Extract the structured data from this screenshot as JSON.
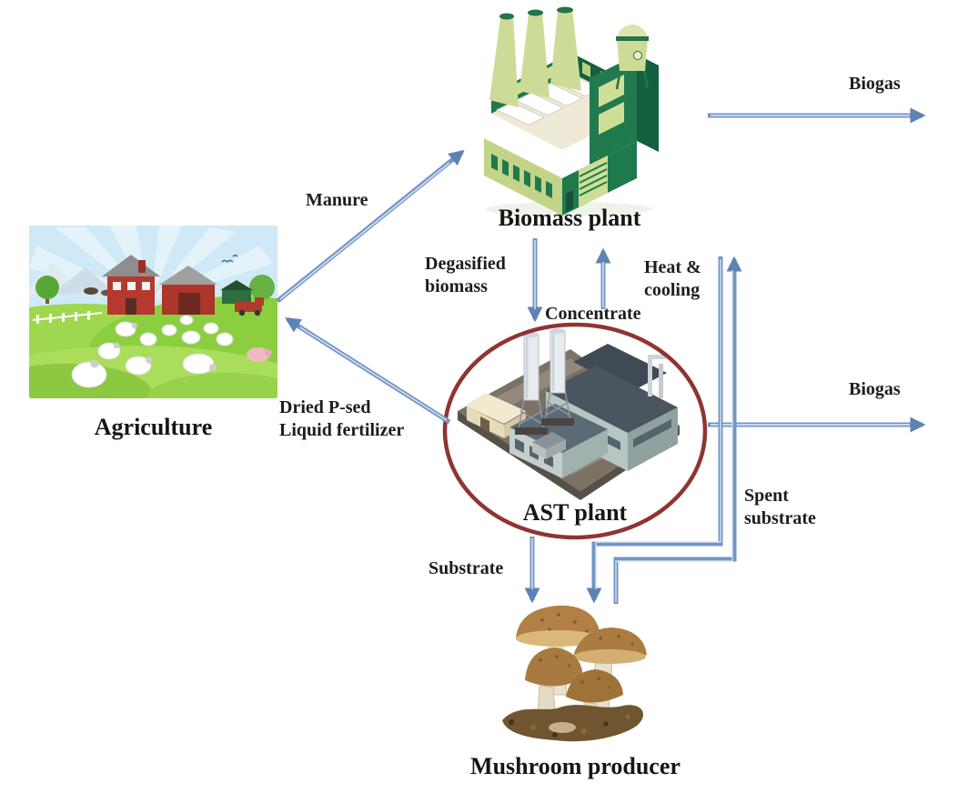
{
  "diagram": {
    "nodes": {
      "agriculture": {
        "label": "Agriculture"
      },
      "biomass_plant": {
        "label": "Biomass plant"
      },
      "ast_plant": {
        "label": "AST plant"
      },
      "mushroom_producer": {
        "label": "Mushroom producer"
      }
    },
    "flows": {
      "manure": {
        "label": "Manure",
        "from": "agriculture",
        "to": "biomass_plant"
      },
      "biogas_from_biomass": {
        "label": "Biogas",
        "from": "biomass_plant",
        "to": "off-diagram-right"
      },
      "degasified_biomass": {
        "lines": [
          "Degasified",
          "biomass"
        ],
        "from": "biomass_plant",
        "to": "ast_plant"
      },
      "concentrate": {
        "label": "Concentrate",
        "from": "ast_plant",
        "to": "biomass_plant"
      },
      "heat_cooling": {
        "lines": [
          "Heat &",
          "cooling"
        ],
        "from": "biomass_plant",
        "to": "mushroom_producer"
      },
      "dried_p_sed_liquid_fertilizer": {
        "lines": [
          "Dried P-sed",
          "Liquid fertilizer"
        ],
        "from": "ast_plant",
        "to": "agriculture"
      },
      "biogas_from_ast": {
        "label": "Biogas",
        "from": "ast_plant",
        "to": "off-diagram-right"
      },
      "spent_substrate": {
        "lines": [
          "Spent",
          "substrate"
        ],
        "from": "mushroom_producer",
        "to": "biomass_plant"
      },
      "substrate": {
        "label": "Substrate",
        "from": "ast_plant",
        "to": "mushroom_producer"
      }
    },
    "colors": {
      "arrow": "#7394c6",
      "arrow_center": "#d4e0f0",
      "arrow_head": "#5f82b4",
      "highlight_ellipse": "#8e3532",
      "label_text": "#1d1d1b"
    }
  }
}
